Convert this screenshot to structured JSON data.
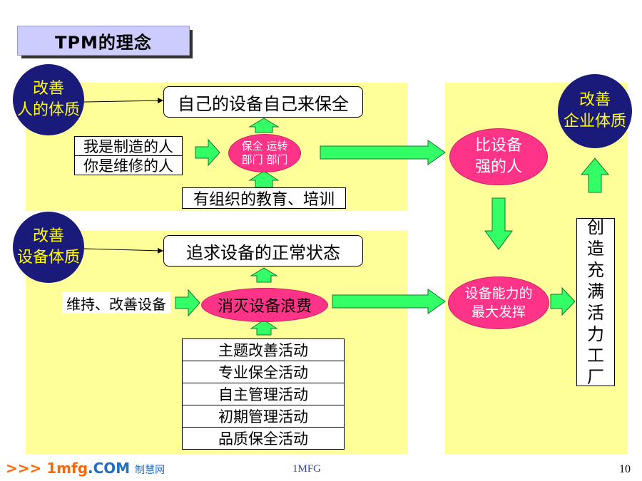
{
  "title": "TPM的理念",
  "circles": {
    "person": [
      "改善",
      "人的体质"
    ],
    "equipment": [
      "改善",
      "设备体质"
    ],
    "enterprise": [
      "改善",
      "企业体质"
    ]
  },
  "top_section": {
    "goal": "自己的设备自己来保全",
    "roles": [
      "我是制造的人",
      "你是维修的人"
    ],
    "depts": [
      "保全",
      "运转",
      "部门",
      "部门"
    ],
    "training": "有组织的教育、培训"
  },
  "bottom_section": {
    "goal": "追求设备的正常状态",
    "maintain": "维持、改善设备",
    "eliminate": "消灭设备浪费",
    "activities": [
      "主题改善活动",
      "专业保全活动",
      "自主管理活动",
      "初期管理活动",
      "品质保全活动"
    ]
  },
  "right_section": {
    "stronger": [
      "比设备",
      "强的人"
    ],
    "max_ability": [
      "设备能力的",
      "最大发挥"
    ],
    "factory": [
      "创",
      "造",
      "充",
      "满",
      "活",
      "力",
      "工",
      "厂"
    ]
  },
  "footer": {
    "logo_prefix": ">>> 1mfg",
    "logo_domain": ".COM",
    "logo_cn": "制慧网",
    "center": "1MFG",
    "page": "10"
  },
  "colors": {
    "panel": "#ffff99",
    "circle": "#1a1a7a",
    "circle_text": "#ffff00",
    "ellipse": "#ff3388",
    "arrow": "#33ff66",
    "title_bg": "#ccccff"
  }
}
